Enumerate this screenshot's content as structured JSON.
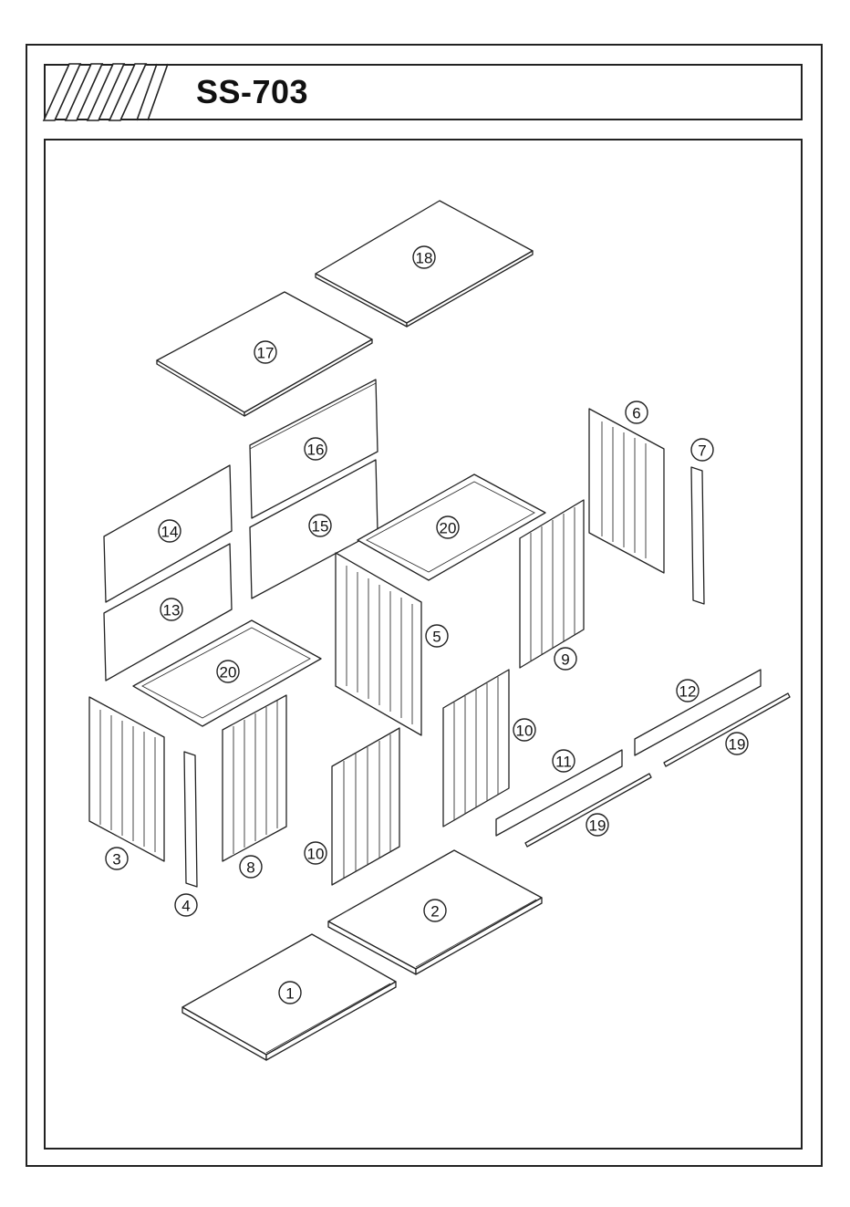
{
  "header": {
    "model_code": "SS-703"
  },
  "parts": [
    {
      "id": "part-1",
      "label": "1"
    },
    {
      "id": "part-2",
      "label": "2"
    },
    {
      "id": "part-3",
      "label": "3"
    },
    {
      "id": "part-4",
      "label": "4"
    },
    {
      "id": "part-5",
      "label": "5"
    },
    {
      "id": "part-6",
      "label": "6"
    },
    {
      "id": "part-7",
      "label": "7"
    },
    {
      "id": "part-8",
      "label": "8"
    },
    {
      "id": "part-9",
      "label": "9"
    },
    {
      "id": "part-10a",
      "label": "10"
    },
    {
      "id": "part-10b",
      "label": "10"
    },
    {
      "id": "part-11",
      "label": "11"
    },
    {
      "id": "part-12",
      "label": "12"
    },
    {
      "id": "part-13",
      "label": "13"
    },
    {
      "id": "part-14",
      "label": "14"
    },
    {
      "id": "part-15",
      "label": "15"
    },
    {
      "id": "part-16",
      "label": "16"
    },
    {
      "id": "part-17",
      "label": "17"
    },
    {
      "id": "part-18",
      "label": "18"
    },
    {
      "id": "part-19a",
      "label": "19"
    },
    {
      "id": "part-19b",
      "label": "19"
    },
    {
      "id": "part-20a",
      "label": "20"
    },
    {
      "id": "part-20b",
      "label": "20"
    }
  ]
}
